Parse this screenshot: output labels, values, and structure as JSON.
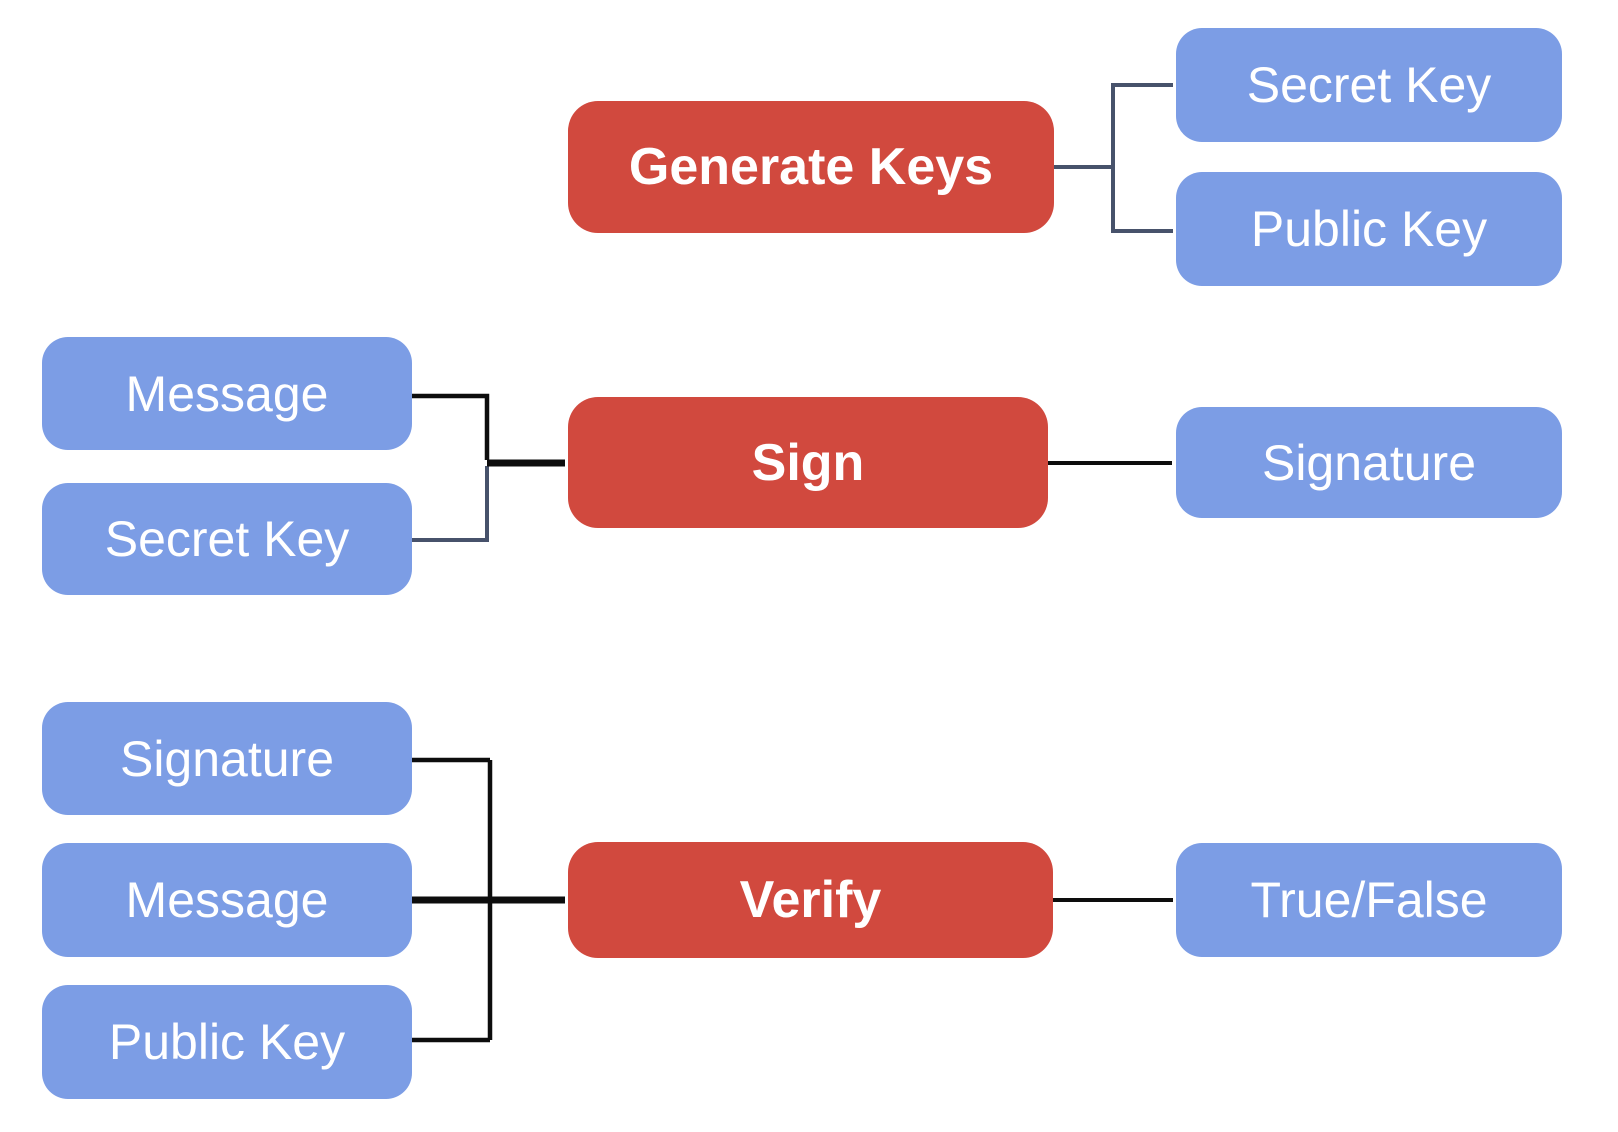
{
  "diagram": {
    "colors": {
      "process_fill": "#D1493E",
      "data_fill": "#7C9DE5",
      "label_text": "#FFFFFF",
      "connector_black": "#0D0D0D",
      "connector_slate": "#47526B",
      "canvas_bg": "#FFFFFF"
    },
    "nodes": {
      "generate_keys": {
        "label": "Generate Keys",
        "type": "process"
      },
      "gen_secret_key": {
        "label": "Secret Key",
        "type": "data"
      },
      "gen_public_key": {
        "label": "Public Key",
        "type": "data"
      },
      "sign_message": {
        "label": "Message",
        "type": "data"
      },
      "sign_secret_key": {
        "label": "Secret Key",
        "type": "data"
      },
      "sign": {
        "label": "Sign",
        "type": "process"
      },
      "sign_signature": {
        "label": "Signature",
        "type": "data"
      },
      "verify_signature": {
        "label": "Signature",
        "type": "data"
      },
      "verify_message": {
        "label": "Message",
        "type": "data"
      },
      "verify_public_key": {
        "label": "Public Key",
        "type": "data"
      },
      "verify": {
        "label": "Verify",
        "type": "process"
      },
      "verify_result": {
        "label": "True/False",
        "type": "data"
      }
    },
    "edges": [
      {
        "from": "Generate Keys",
        "to": "Secret Key"
      },
      {
        "from": "Generate Keys",
        "to": "Public Key"
      },
      {
        "from": "Message",
        "to": "Sign"
      },
      {
        "from": "Secret Key",
        "to": "Sign"
      },
      {
        "from": "Sign",
        "to": "Signature"
      },
      {
        "from": "Signature",
        "to": "Verify"
      },
      {
        "from": "Message",
        "to": "Verify"
      },
      {
        "from": "Public Key",
        "to": "Verify"
      },
      {
        "from": "Verify",
        "to": "True/False"
      }
    ]
  }
}
